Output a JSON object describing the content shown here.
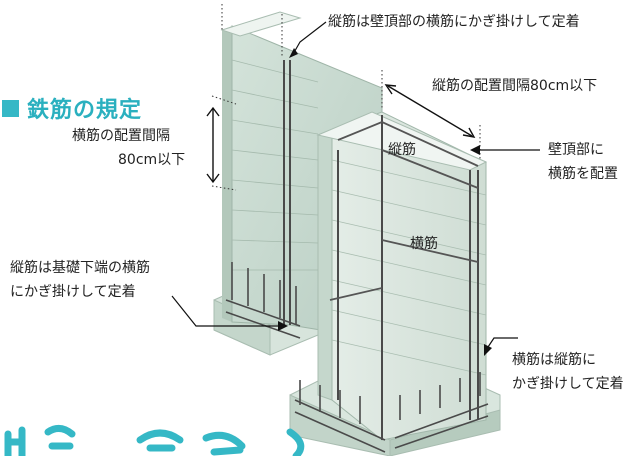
{
  "title": "鉄筋の規定",
  "labels": {
    "vert_top_anchor": "縦筋は壁頂部の横筋にかぎ掛けして定着",
    "vert_spacing": "縦筋の配置間隔80cm以下",
    "horiz_spacing_line1": "横筋の配置間隔",
    "horiz_spacing_line2": "80cm以下",
    "vert_bar": "縦筋",
    "wall_top_line1": "壁頂部に",
    "wall_top_line2": "横筋を配置",
    "horiz_bar": "横筋",
    "foundation_anchor_line1": "縦筋は基礎下端の横筋",
    "foundation_anchor_line2": "にかぎ掛けして定着",
    "horiz_hook_line1": "横筋は縦筋に",
    "horiz_hook_line2": "かぎ掛けして定着"
  },
  "colors": {
    "accent": "#2ab0bf",
    "wall_front": "#c6d8cf",
    "wall_side": "#dfe9e3",
    "wall_top": "#eef4f0",
    "rebar": "#4a4a4a"
  }
}
